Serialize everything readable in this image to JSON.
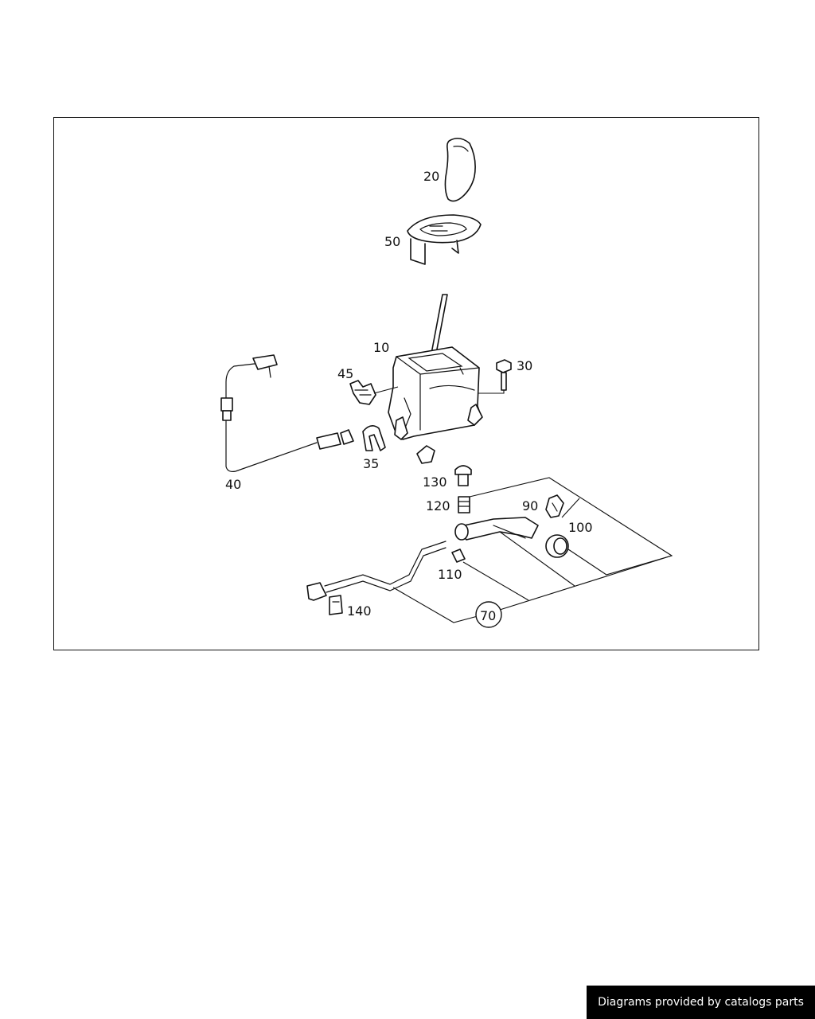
{
  "diagram": {
    "callouts": {
      "c10": "10",
      "c20": "20",
      "c30": "30",
      "c35": "35",
      "c40": "40",
      "c45": "45",
      "c50": "50",
      "c70": "70",
      "c90": "90",
      "c100": "100",
      "c110": "110",
      "c120": "120",
      "c130": "130",
      "c140": "140"
    }
  },
  "footer": {
    "credit": "Diagrams provided by catalogs parts"
  }
}
